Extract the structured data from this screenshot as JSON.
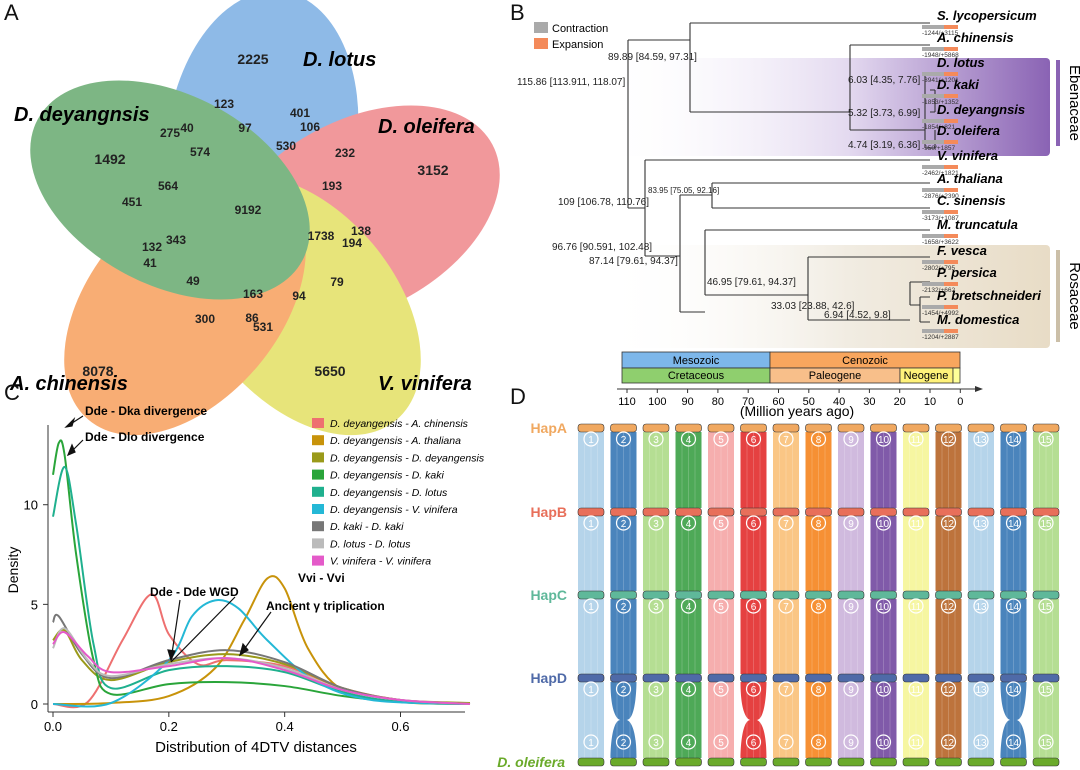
{
  "panel_labels": {
    "a": "A",
    "b": "B",
    "c": "C",
    "d": "D"
  },
  "venn": {
    "species": [
      {
        "name": "D. lotus",
        "color": "#4a90d9"
      },
      {
        "name": "D. oleifera",
        "color": "#ea5a5f"
      },
      {
        "name": "V. vinifera",
        "color": "#d9d52a"
      },
      {
        "name": "A. chinensis",
        "color": "#f57c20"
      },
      {
        "name": "D. deyangnsis",
        "color": "#2e8b3a"
      }
    ],
    "counts": [
      "2225",
      "123",
      "401",
      "106",
      "97",
      "275",
      "40",
      "3152",
      "232",
      "530",
      "1492",
      "574",
      "193",
      "564",
      "451",
      "9192",
      "1738",
      "138",
      "194",
      "132",
      "343",
      "41",
      "49",
      "79",
      "163",
      "94",
      "300",
      "86",
      "531",
      "8078",
      "5650"
    ]
  },
  "tree": {
    "legend": [
      "Contraction",
      "Expansion"
    ],
    "taxa": [
      {
        "name": "S. lycopersicum",
        "cnt": "-1244/+3115"
      },
      {
        "name": "A. chinensis",
        "cnt": "-1948/+5868"
      },
      {
        "name": "D. lotus",
        "cnt": "-3941/+1201"
      },
      {
        "name": "D. kaki",
        "cnt": "-1853/+1352"
      },
      {
        "name": "D. deyangnsis",
        "cnt": "-1854/+821"
      },
      {
        "name": "D. oleifera",
        "cnt": "-950/+1857"
      },
      {
        "name": "V. vinifera",
        "cnt": "-2462/+1821"
      },
      {
        "name": "A. thaliana",
        "cnt": "-2876/+2390"
      },
      {
        "name": "C. sinensis",
        "cnt": "-3173/+1087"
      },
      {
        "name": "M. truncatula",
        "cnt": "-1658/+3622"
      },
      {
        "name": "F. vesca",
        "cnt": "-2802/+795"
      },
      {
        "name": "P. persica",
        "cnt": "-2132/+662"
      },
      {
        "name": "P. bretschneideri",
        "cnt": "-1454/+4992"
      },
      {
        "name": "M. domestica",
        "cnt": "-1204/+2887"
      }
    ],
    "nodes": [
      "115.86 [113.911, 118.07]",
      "89.89 [84.59, 97.31]",
      "6.03 [4.35, 7.76]",
      "5.32 [3.73, 6.99]",
      "4.74 [3.19, 6.36]",
      "109 [106.78, 110.76]",
      "83.95 [75.05, 92.16]",
      "96.76 [90.591, 102.48]",
      "87.14 [79.61, 94.37]",
      "46.95 [79.61, 94.37]",
      "33.03 [23.88, 42.6]",
      "6.94 [4.52, 9.8]"
    ],
    "families": [
      "Ebenaceae",
      "Rosaceae"
    ],
    "eras": [
      "Mesozoic",
      "Cenozoic"
    ],
    "periods": [
      "Cretaceous",
      "Paleogene",
      "Neogene"
    ],
    "ticks": [
      "110",
      "100",
      "90",
      "80",
      "70",
      "60",
      "50",
      "40",
      "30",
      "20",
      "10",
      "0"
    ],
    "axis_label": "(Million years ago)"
  },
  "chart_data": {
    "type": "line",
    "xlabel": "Distribution of 4DTV distances",
    "ylabel": "Density",
    "xticks": [
      "0.0",
      "0.2",
      "0.4",
      "0.6"
    ],
    "yticks": [
      "0",
      "5",
      "10"
    ],
    "xlim": [
      0,
      0.72
    ],
    "ylim": [
      0,
      14
    ],
    "series": [
      {
        "name": "D. deyangensis - A. chinensis",
        "color": "#ee7070",
        "points": [
          [
            0,
            0
          ],
          [
            0.06,
            0.1
          ],
          [
            0.12,
            3.2
          ],
          [
            0.17,
            5.5
          ],
          [
            0.2,
            3.5
          ],
          [
            0.25,
            2
          ],
          [
            0.3,
            2.2
          ],
          [
            0.4,
            1.9
          ],
          [
            0.5,
            0.8
          ],
          [
            0.6,
            0.2
          ],
          [
            0.72,
            0
          ]
        ]
      },
      {
        "name": "D. deyangensis - A. thaliana",
        "color": "#c8930a",
        "points": [
          [
            0,
            0
          ],
          [
            0.1,
            0.05
          ],
          [
            0.2,
            0.4
          ],
          [
            0.28,
            1.8
          ],
          [
            0.33,
            4.2
          ],
          [
            0.37,
            6.3
          ],
          [
            0.4,
            5.8
          ],
          [
            0.44,
            2.8
          ],
          [
            0.5,
            0.7
          ],
          [
            0.6,
            0.1
          ],
          [
            0.72,
            0
          ]
        ]
      },
      {
        "name": "D. deyangensis - D. deyangensis",
        "color": "#9a9a1a",
        "points": [
          [
            0,
            3.2
          ],
          [
            0.02,
            3.7
          ],
          [
            0.05,
            2.2
          ],
          [
            0.1,
            1.2
          ],
          [
            0.2,
            2.1
          ],
          [
            0.3,
            2.5
          ],
          [
            0.4,
            2
          ],
          [
            0.5,
            0.8
          ],
          [
            0.6,
            0.2
          ],
          [
            0.72,
            0.05
          ]
        ]
      },
      {
        "name": "D. deyangensis - D. kaki",
        "color": "#2aa53a",
        "points": [
          [
            0,
            11.5
          ],
          [
            0.01,
            13.1
          ],
          [
            0.02,
            12.5
          ],
          [
            0.04,
            7.5
          ],
          [
            0.07,
            2.2
          ],
          [
            0.1,
            0.5
          ],
          [
            0.2,
            1.0
          ],
          [
            0.3,
            1.1
          ],
          [
            0.4,
            0.9
          ],
          [
            0.5,
            0.4
          ],
          [
            0.6,
            0.1
          ],
          [
            0.72,
            0
          ]
        ]
      },
      {
        "name": "D. deyangensis - D. lotus",
        "color": "#1fb08e",
        "points": [
          [
            0,
            9.4
          ],
          [
            0.02,
            11.9
          ],
          [
            0.04,
            9
          ],
          [
            0.07,
            3
          ],
          [
            0.1,
            0.8
          ],
          [
            0.2,
            1.7
          ],
          [
            0.3,
            1.9
          ],
          [
            0.4,
            1.6
          ],
          [
            0.5,
            0.6
          ],
          [
            0.6,
            0.1
          ],
          [
            0.72,
            0
          ]
        ]
      },
      {
        "name": "D. deyangensis - V. vinifera",
        "color": "#24b8d6",
        "points": [
          [
            0,
            0
          ],
          [
            0.1,
            0.05
          ],
          [
            0.2,
            2.2
          ],
          [
            0.24,
            4.4
          ],
          [
            0.28,
            5.2
          ],
          [
            0.32,
            4.8
          ],
          [
            0.37,
            3.2
          ],
          [
            0.45,
            1.2
          ],
          [
            0.55,
            0.2
          ],
          [
            0.72,
            0
          ]
        ]
      },
      {
        "name": "D. kaki - D. kaki",
        "color": "#777777",
        "points": [
          [
            0,
            4.1
          ],
          [
            0.01,
            4.4
          ],
          [
            0.05,
            2.5
          ],
          [
            0.1,
            1.3
          ],
          [
            0.2,
            2.2
          ],
          [
            0.3,
            2.7
          ],
          [
            0.4,
            2.1
          ],
          [
            0.5,
            0.8
          ],
          [
            0.6,
            0.2
          ],
          [
            0.72,
            0
          ]
        ]
      },
      {
        "name": "D. lotus - D. lotus",
        "color": "#bbbbbb",
        "points": [
          [
            0,
            2.8
          ],
          [
            0.02,
            3.8
          ],
          [
            0.06,
            2.2
          ],
          [
            0.1,
            1.4
          ],
          [
            0.2,
            2
          ],
          [
            0.3,
            2.3
          ],
          [
            0.4,
            1.8
          ],
          [
            0.5,
            0.7
          ],
          [
            0.6,
            0.2
          ],
          [
            0.72,
            0
          ]
        ]
      },
      {
        "name": "V. vinifera - V. vinifera",
        "color": "#e45ac9",
        "points": [
          [
            0,
            3
          ],
          [
            0.02,
            3.6
          ],
          [
            0.06,
            2.4
          ],
          [
            0.1,
            1.6
          ],
          [
            0.2,
            1.9
          ],
          [
            0.3,
            2.3
          ],
          [
            0.4,
            1.7
          ],
          [
            0.5,
            0.7
          ],
          [
            0.6,
            0.2
          ],
          [
            0.72,
            0
          ]
        ]
      }
    ],
    "annotations": [
      "Dde - Dka divergence",
      "Dde - Dlo divergence",
      "Dde - Dde WGD",
      "Vvi - Vvi",
      "Ancient γ triplication"
    ]
  },
  "synteny": {
    "haplotypes": [
      {
        "name": "HapA",
        "color": "#f0a860"
      },
      {
        "name": "HapB",
        "color": "#e86f5a"
      },
      {
        "name": "HapC",
        "color": "#5fb89a"
      },
      {
        "name": "HapD",
        "color": "#4f6aa8"
      },
      {
        "name": "D. oleifera",
        "color": "#6aaa2a"
      }
    ],
    "chroms": [
      "1",
      "2",
      "3",
      "4",
      "5",
      "6",
      "7",
      "8",
      "9",
      "10",
      "11",
      "12",
      "13",
      "14",
      "15"
    ],
    "chrom_colors": [
      "#a8cce6",
      "#2a6fb0",
      "#a8d880",
      "#2f9a3a",
      "#f5a0a0",
      "#e02020",
      "#f9bc70",
      "#f57c10",
      "#c8aed8",
      "#6a3d9a",
      "#f5f590",
      "#b25a1a",
      "#a8cce6",
      "#2a6fb0",
      "#a8d880"
    ]
  }
}
